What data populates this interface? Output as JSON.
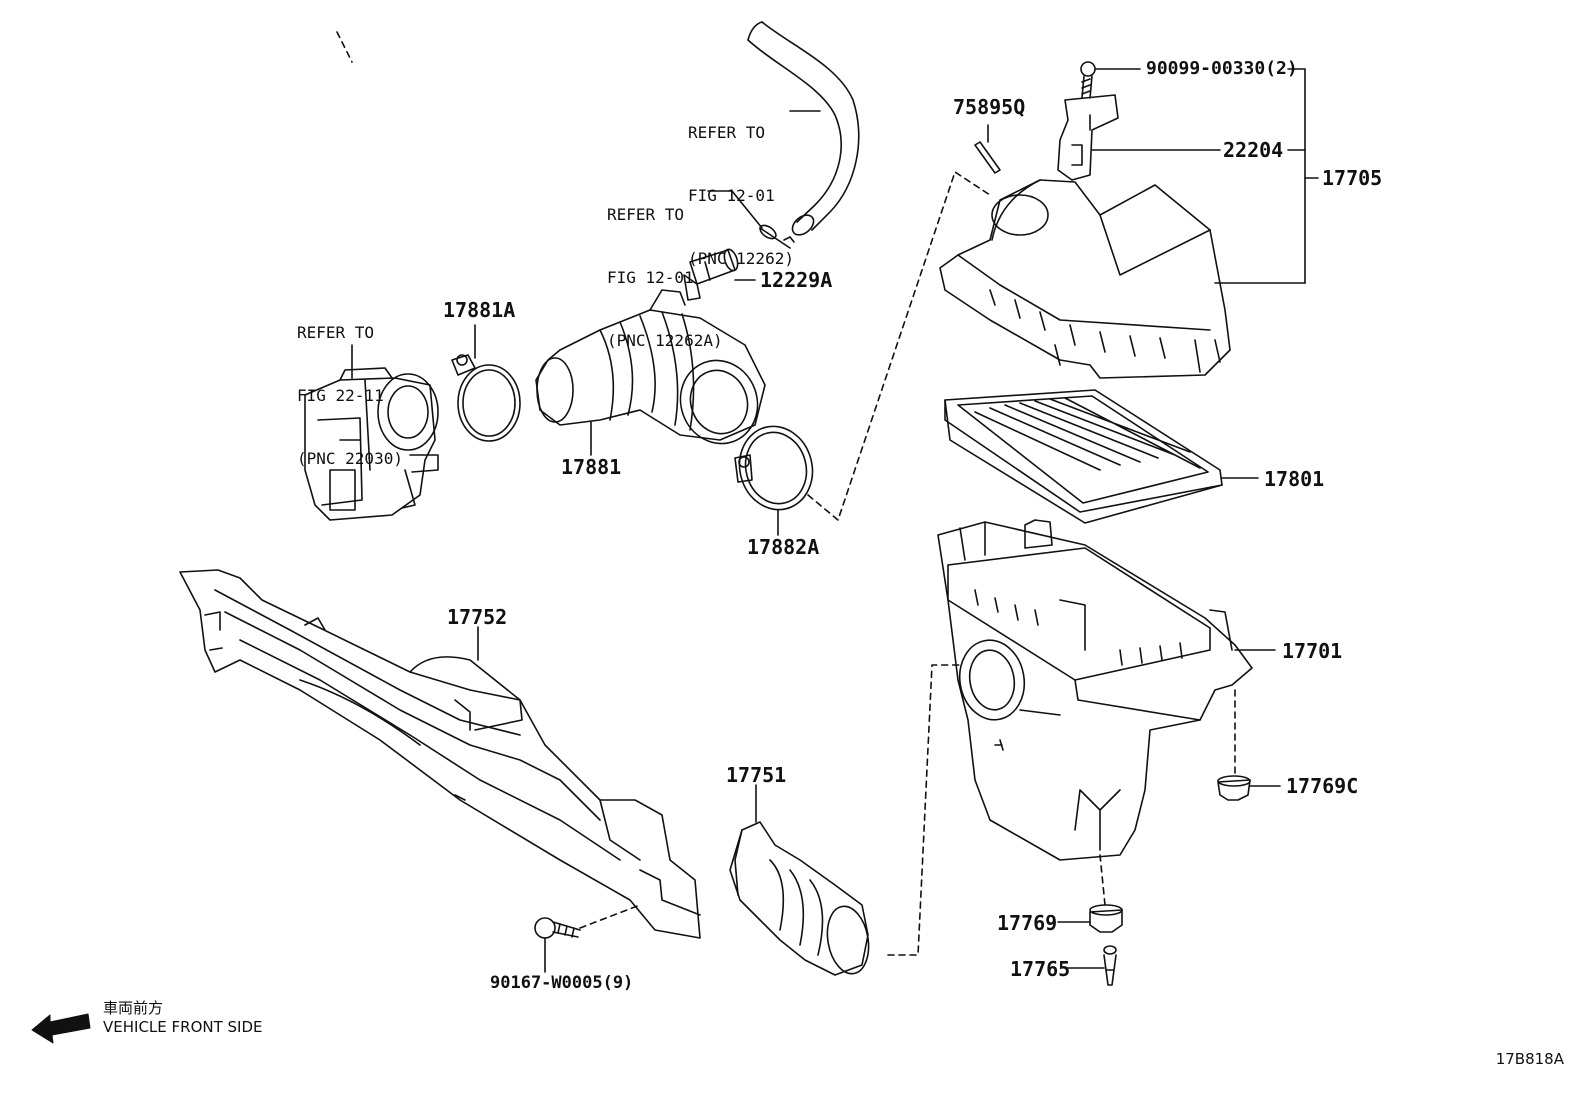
{
  "diagram": {
    "figure_id": "17B818A",
    "direction": {
      "japanese": "車両前方",
      "english": "VEHICLE FRONT SIDE",
      "arrow_icon": "arrow-left-icon"
    },
    "references": [
      {
        "line1": "REFER TO",
        "line2": "FIG 12-01",
        "line3": "(PNC 12262)"
      },
      {
        "line1": "REFER TO",
        "line2": "FIG 12-01",
        "line3": "(PNC 12262A)"
      },
      {
        "line1": "REFER TO",
        "line2": "FIG 22-11",
        "line3": "(PNC 22030)"
      }
    ],
    "parts": {
      "p90099": "90099-00330(2)",
      "p22204": "22204",
      "p17705": "17705",
      "p75895q": "75895Q",
      "p12229a": "12229A",
      "p17881a": "17881A",
      "p17881": "17881",
      "p17882a": "17882A",
      "p17801": "17801",
      "p17752": "17752",
      "p17701": "17701",
      "p17751": "17751",
      "p17769c": "17769C",
      "p17769": "17769",
      "p17765": "17765",
      "p90167": "90167-W0005(9)"
    }
  }
}
